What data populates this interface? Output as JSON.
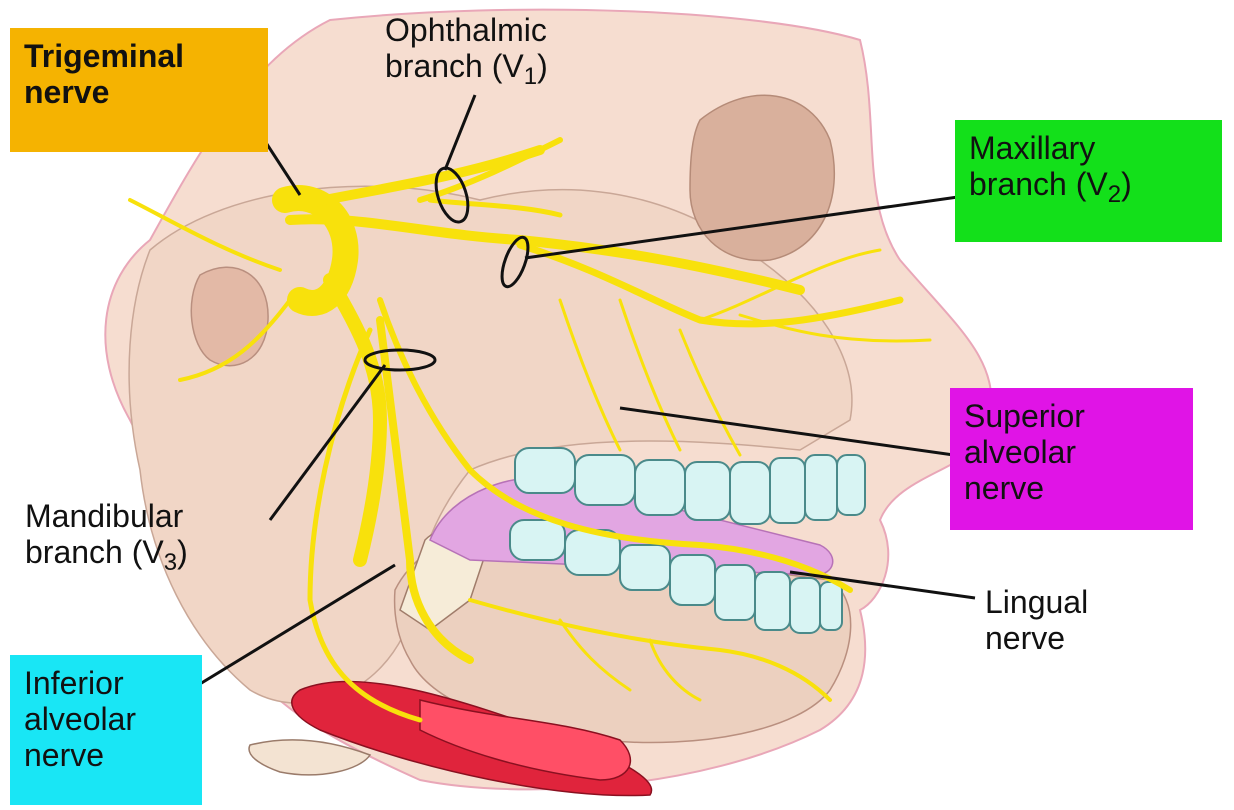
{
  "colors": {
    "trigeminal": "#f5b301",
    "maxillary": "#13e01a",
    "superior": "#e014e6",
    "inferior": "#19e6f5",
    "nerve": "#f8e10c",
    "skin": "#f5d6c2",
    "bone": "#efd8c7",
    "muscle": "#e0243c",
    "teeth": "#d8f4f3"
  },
  "labels": {
    "trigeminal": {
      "line1": "Trigeminal",
      "line2": "nerve"
    },
    "ophthalmic": {
      "line1": "Ophthalmic",
      "line2_text": "branch (V",
      "line2_sub": "1",
      "line2_end": ")"
    },
    "maxillary": {
      "line1": "Maxillary",
      "line2_text": "branch (V",
      "line2_sub": "2",
      "line2_end": ")"
    },
    "superior": {
      "line1": "Superior",
      "line2": "alveolar",
      "line3": "nerve"
    },
    "mandibular": {
      "line1": "Mandibular",
      "line2_text": "branch (V",
      "line2_sub": "3",
      "line2_end": ")"
    },
    "lingual": {
      "line1": "Lingual",
      "line2": "nerve"
    },
    "inferior": {
      "line1": "Inferior",
      "line2": "alveolar",
      "line3": "nerve"
    }
  }
}
